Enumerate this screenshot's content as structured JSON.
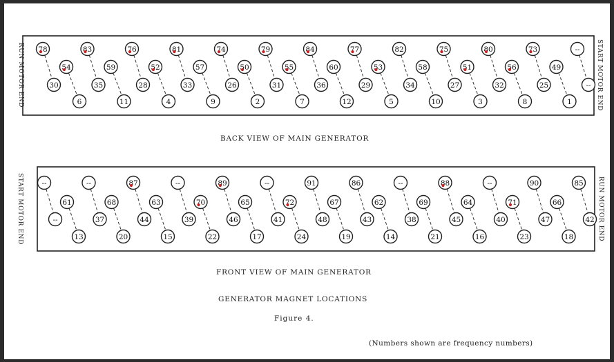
{
  "back_panel": {
    "caption": "BACK VIEW OF MAIN GENERATOR",
    "left_label": "RUN MOTOR END",
    "right_label": "START MOTOR END",
    "top_row": [
      {
        "label": "78",
        "marked": true
      },
      {
        "label": "83",
        "marked": true
      },
      {
        "label": "76",
        "marked": true
      },
      {
        "label": "81",
        "marked": true
      },
      {
        "label": "74",
        "marked": true
      },
      {
        "label": "79",
        "marked": true
      },
      {
        "label": "84",
        "marked": true
      },
      {
        "label": "77",
        "marked": true
      },
      {
        "label": "82",
        "marked": false
      },
      {
        "label": "75",
        "marked": true
      },
      {
        "label": "80",
        "marked": true
      },
      {
        "label": "73",
        "marked": true
      },
      {
        "label": "--",
        "marked": false
      }
    ],
    "mid_row": [
      {
        "label": "54",
        "marked": true
      },
      {
        "label": "59",
        "marked": false
      },
      {
        "label": "52",
        "marked": true
      },
      {
        "label": "57",
        "marked": false
      },
      {
        "label": "50",
        "marked": true
      },
      {
        "label": "55",
        "marked": true
      },
      {
        "label": "60",
        "marked": false
      },
      {
        "label": "53",
        "marked": true
      },
      {
        "label": "58",
        "marked": false
      },
      {
        "label": "51",
        "marked": true
      },
      {
        "label": "56",
        "marked": true
      },
      {
        "label": "49",
        "marked": false
      }
    ],
    "low_row": [
      {
        "label": "30",
        "marked": false
      },
      {
        "label": "35",
        "marked": false
      },
      {
        "label": "28",
        "marked": false
      },
      {
        "label": "33",
        "marked": false
      },
      {
        "label": "26",
        "marked": false
      },
      {
        "label": "31",
        "marked": false
      },
      {
        "label": "36",
        "marked": false
      },
      {
        "label": "29",
        "marked": false
      },
      {
        "label": "34",
        "marked": false
      },
      {
        "label": "27",
        "marked": false
      },
      {
        "label": "32",
        "marked": false
      },
      {
        "label": "25",
        "marked": false
      },
      {
        "label": "--",
        "marked": false
      }
    ],
    "bottom_row": [
      {
        "label": "6",
        "marked": false
      },
      {
        "label": "11",
        "marked": false
      },
      {
        "label": "4",
        "marked": false
      },
      {
        "label": "9",
        "marked": false
      },
      {
        "label": "2",
        "marked": false
      },
      {
        "label": "7",
        "marked": false
      },
      {
        "label": "12",
        "marked": false
      },
      {
        "label": "5",
        "marked": false
      },
      {
        "label": "10",
        "marked": false
      },
      {
        "label": "3",
        "marked": false
      },
      {
        "label": "8",
        "marked": false
      },
      {
        "label": "1",
        "marked": false
      }
    ]
  },
  "front_panel": {
    "caption": "FRONT VIEW OF MAIN GENERATOR",
    "left_label": "START MOTOR END",
    "right_label": "RUN MOTOR END",
    "top_row": [
      {
        "label": "--",
        "marked": false
      },
      {
        "label": "--",
        "marked": false
      },
      {
        "label": "87",
        "marked": true
      },
      {
        "label": "--",
        "marked": false
      },
      {
        "label": "89",
        "marked": true
      },
      {
        "label": "--",
        "marked": false
      },
      {
        "label": "91",
        "marked": false
      },
      {
        "label": "86",
        "marked": false
      },
      {
        "label": "--",
        "marked": false
      },
      {
        "label": "88",
        "marked": true
      },
      {
        "label": "--",
        "marked": false
      },
      {
        "label": "90",
        "marked": false
      },
      {
        "label": "85",
        "marked": false
      }
    ],
    "mid_row": [
      {
        "label": "61",
        "marked": false
      },
      {
        "label": "68",
        "marked": false
      },
      {
        "label": "63",
        "marked": false
      },
      {
        "label": "70",
        "marked": true
      },
      {
        "label": "65",
        "marked": false
      },
      {
        "label": "72",
        "marked": true
      },
      {
        "label": "67",
        "marked": false
      },
      {
        "label": "62",
        "marked": false
      },
      {
        "label": "69",
        "marked": false
      },
      {
        "label": "64",
        "marked": false
      },
      {
        "label": "71",
        "marked": true
      },
      {
        "label": "66",
        "marked": false
      }
    ],
    "low_row": [
      {
        "label": "--",
        "marked": false
      },
      {
        "label": "37",
        "marked": false
      },
      {
        "label": "44",
        "marked": false
      },
      {
        "label": "39",
        "marked": false
      },
      {
        "label": "46",
        "marked": false
      },
      {
        "label": "41",
        "marked": false
      },
      {
        "label": "48",
        "marked": false
      },
      {
        "label": "43",
        "marked": false
      },
      {
        "label": "38",
        "marked": false
      },
      {
        "label": "45",
        "marked": false
      },
      {
        "label": "40",
        "marked": false
      },
      {
        "label": "47",
        "marked": false
      },
      {
        "label": "42",
        "marked": false
      }
    ],
    "bottom_row": [
      {
        "label": "13",
        "marked": false
      },
      {
        "label": "20",
        "marked": false
      },
      {
        "label": "15",
        "marked": false
      },
      {
        "label": "22",
        "marked": false
      },
      {
        "label": "17",
        "marked": false
      },
      {
        "label": "24",
        "marked": false
      },
      {
        "label": "19",
        "marked": false
      },
      {
        "label": "14",
        "marked": false
      },
      {
        "label": "21",
        "marked": false
      },
      {
        "label": "16",
        "marked": false
      },
      {
        "label": "23",
        "marked": false
      },
      {
        "label": "18",
        "marked": false
      }
    ]
  },
  "figure": {
    "title": "GENERATOR MAGNET LOCATIONS",
    "number": "Figure 4.",
    "note": "(Numbers shown are frequency numbers)"
  },
  "colors": {
    "mark": "#cc1f1f",
    "ink": "#222222",
    "frame": "#2b2b2b"
  }
}
